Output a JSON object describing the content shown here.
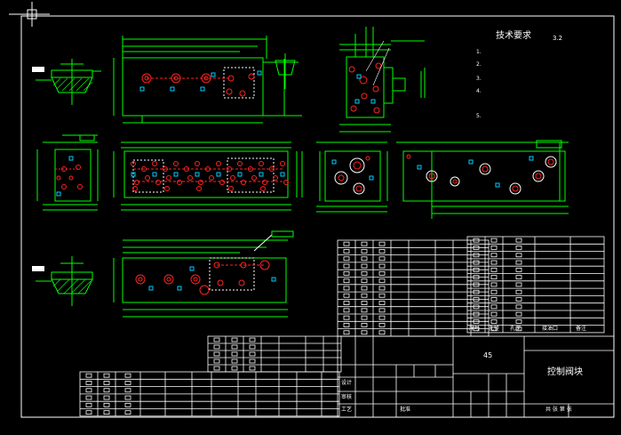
{
  "colors": {
    "background": "#000000",
    "border": "#ffffff",
    "outline": "#00ff00",
    "hole": "#ff2020",
    "dowel": "#00ccff",
    "text": "#ffffff",
    "accent": "#ffff00"
  },
  "technical_requirements": {
    "heading": "技术要求",
    "lines": [
      "1.",
      "2.",
      "3.",
      "4.",
      "5."
    ]
  },
  "roughness_symbol": "3.2",
  "title_block": {
    "part_name": "控制阀块",
    "quantity": "45",
    "sheet": "共 张  第 张",
    "design": "设计",
    "check": "审核",
    "process": "工艺",
    "approve": "批准"
  },
  "parts_list": {
    "headers": [
      "序号",
      "孔径",
      "孔深",
      "接油口",
      "备注"
    ]
  }
}
